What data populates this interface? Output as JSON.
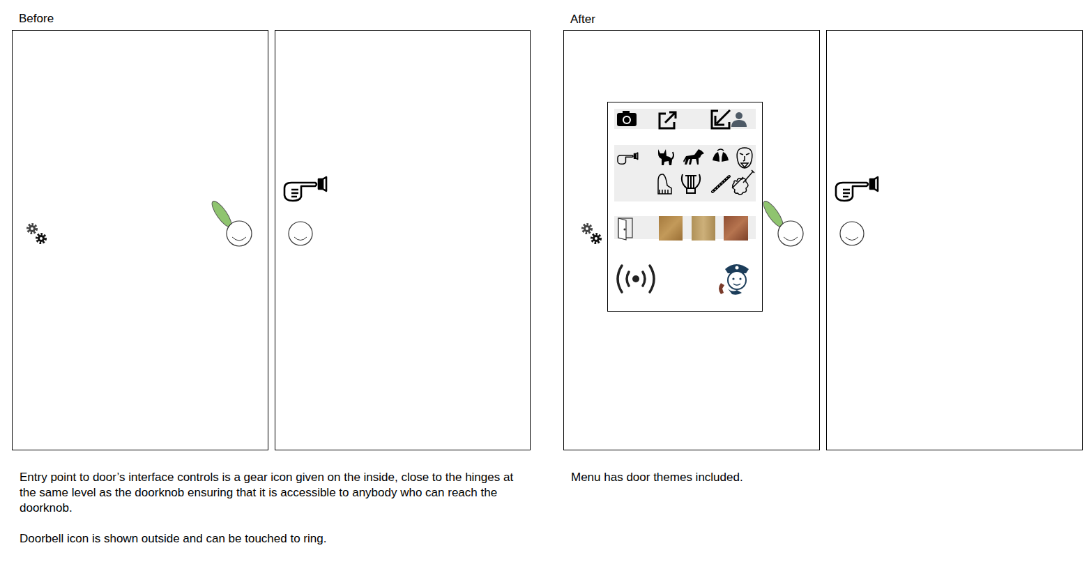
{
  "diagram": {
    "labels": [
      "Before",
      "After",
      "Entry point to door’s interface controls is a gear icon given on the inside, close to the hinges at the same level as the doorknob ensuring that it is accessible to anybody who can reach the doorknob.",
      "Doorbell icon is shown outside and can be touched to ring.",
      "Menu has door themes included."
    ]
  }
}
